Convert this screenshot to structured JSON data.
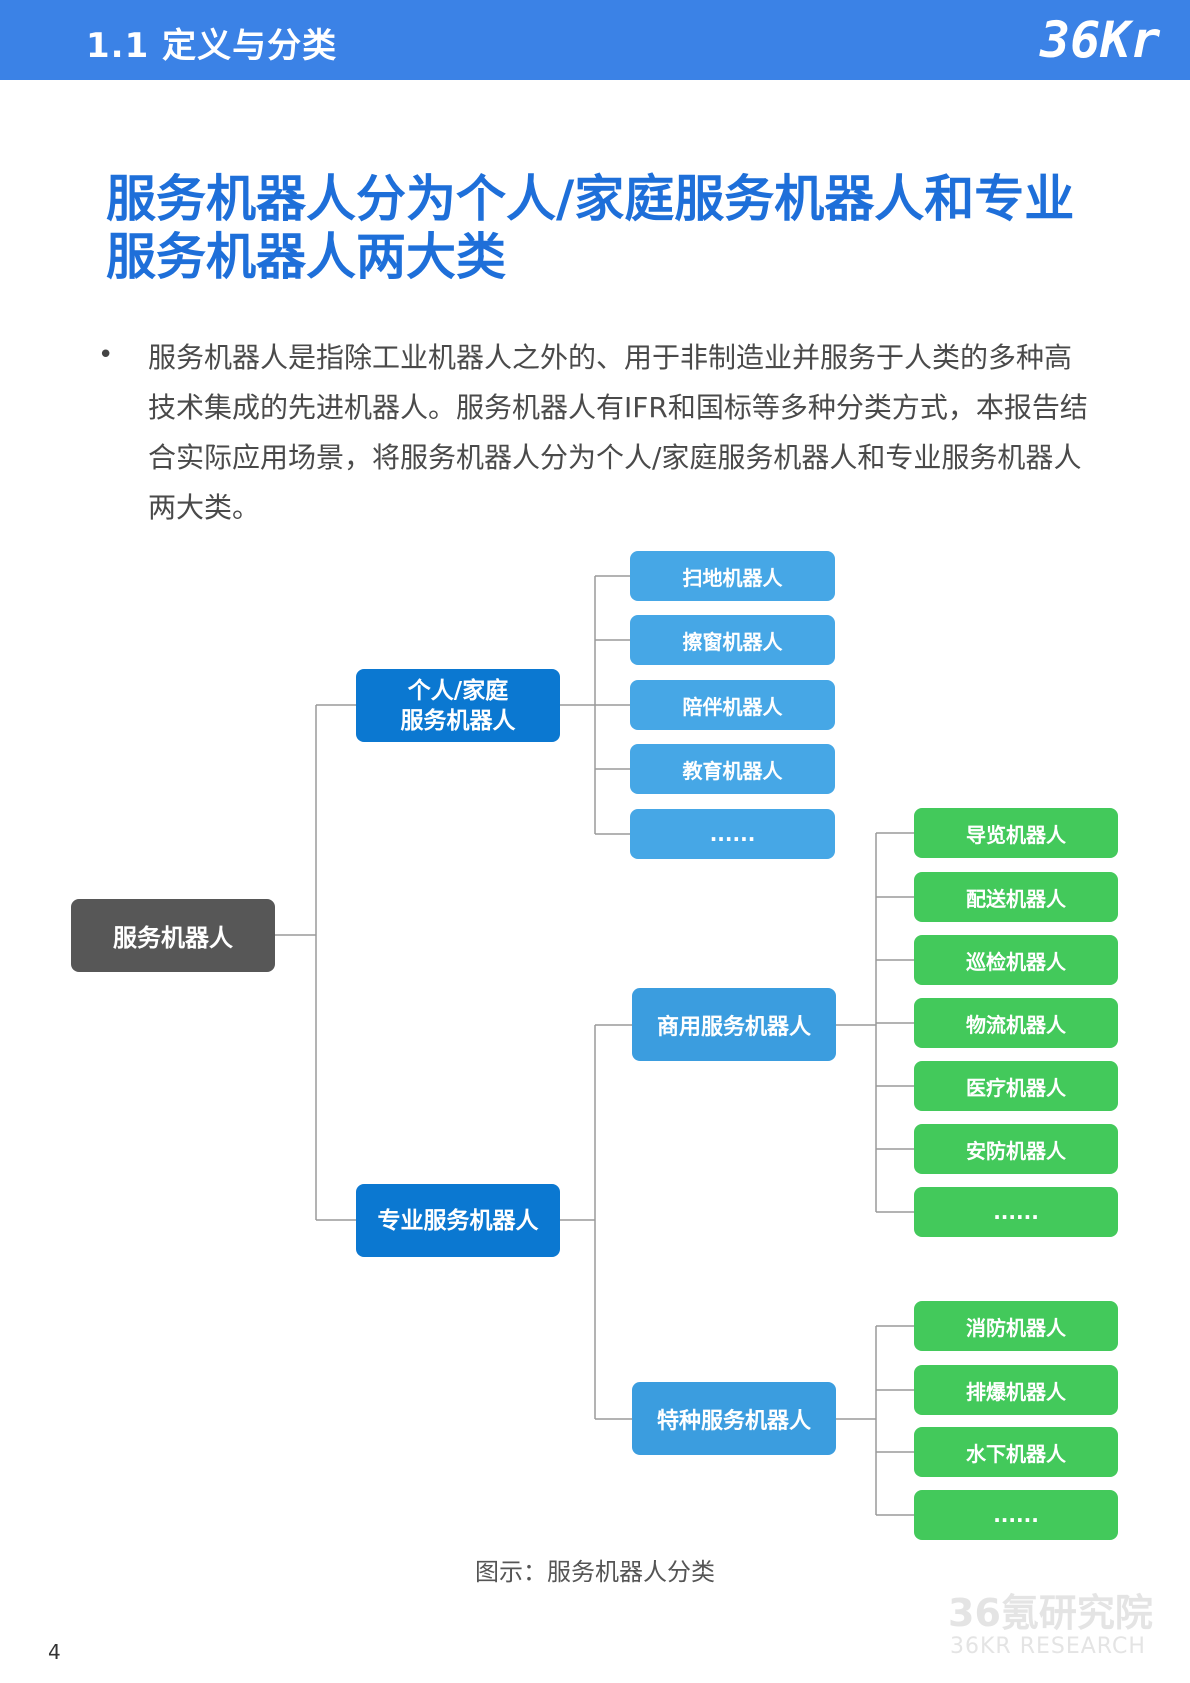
{
  "header": {
    "title": "1.1 定义与分类",
    "logo": "36Kr"
  },
  "headline": "服务机器人分为个人/家庭服务机器人和专业服务机器人两大类",
  "body": {
    "bullet": "•",
    "text": "服务机器人是指除工业机器人之外的、用于非制造业并服务于人类的多种高技术集成的先进机器人。服务机器人有IFR和国标等多种分类方式，本报告结合实际应用场景，将服务机器人分为个人/家庭服务机器人和专业服务机器人两大类。"
  },
  "diagram": {
    "root": "服务机器人",
    "personal": {
      "label": "个人/家庭\n服务机器人",
      "items": [
        "扫地机器人",
        "擦窗机器人",
        "陪伴机器人",
        "教育机器人",
        "......"
      ]
    },
    "professional": {
      "label": "专业服务机器人",
      "commercial": {
        "label": "商用服务机器人",
        "items": [
          "导览机器人",
          "配送机器人",
          "巡检机器人",
          "物流机器人",
          "医疗机器人",
          "安防机器人",
          "......"
        ]
      },
      "special": {
        "label": "特种服务机器人",
        "items": [
          "消防机器人",
          "排爆机器人",
          "水下机器人",
          "......"
        ]
      }
    },
    "colors": {
      "root": "#575757",
      "category": "#0b78d1",
      "personal_leaf": "#46a7e6",
      "professional_leaf": "#43c95b",
      "line": "#9a9a9a"
    }
  },
  "caption": "图示：服务机器人分类",
  "watermark": {
    "cn": "36氪研究院",
    "en": "36KR RESEARCH"
  },
  "page_number": "4"
}
